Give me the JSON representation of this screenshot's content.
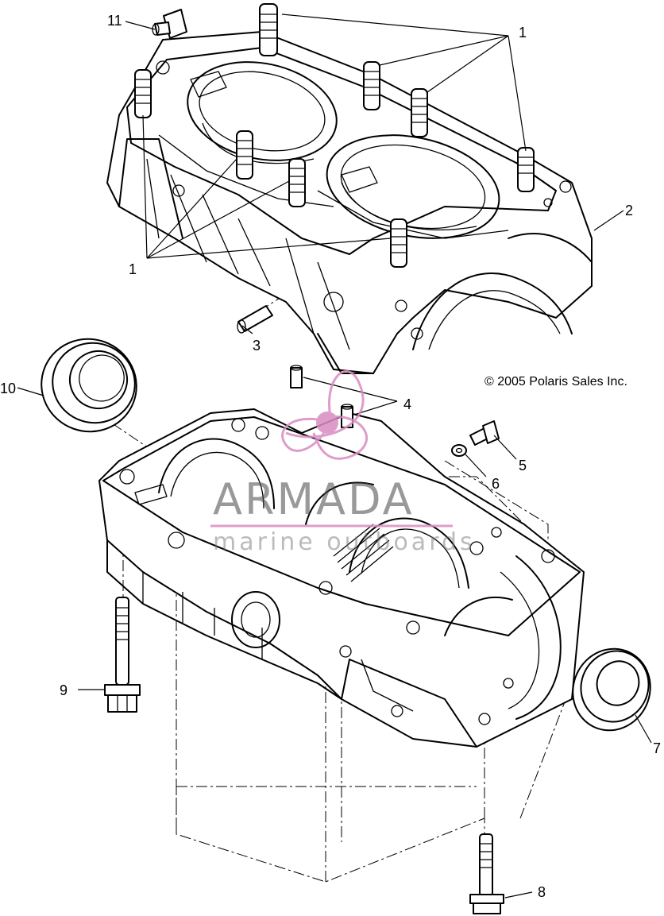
{
  "diagram": {
    "callouts": [
      {
        "id": "1a",
        "text": "1"
      },
      {
        "id": "1b",
        "text": "1"
      },
      {
        "id": "2",
        "text": "2"
      },
      {
        "id": "3",
        "text": "3"
      },
      {
        "id": "4",
        "text": "4"
      },
      {
        "id": "5",
        "text": "5"
      },
      {
        "id": "6",
        "text": "6"
      },
      {
        "id": "7",
        "text": "7"
      },
      {
        "id": "8",
        "text": "8"
      },
      {
        "id": "9",
        "text": "9"
      },
      {
        "id": "10",
        "text": "10"
      },
      {
        "id": "11",
        "text": "11"
      }
    ],
    "copyright": "© 2005 Polaris Sales Inc.",
    "line_color": "#000000",
    "background": "#ffffff"
  },
  "watermark": {
    "name": "ARMADA",
    "tagline": "marine outboards",
    "accent_color": "#d98bc2"
  }
}
